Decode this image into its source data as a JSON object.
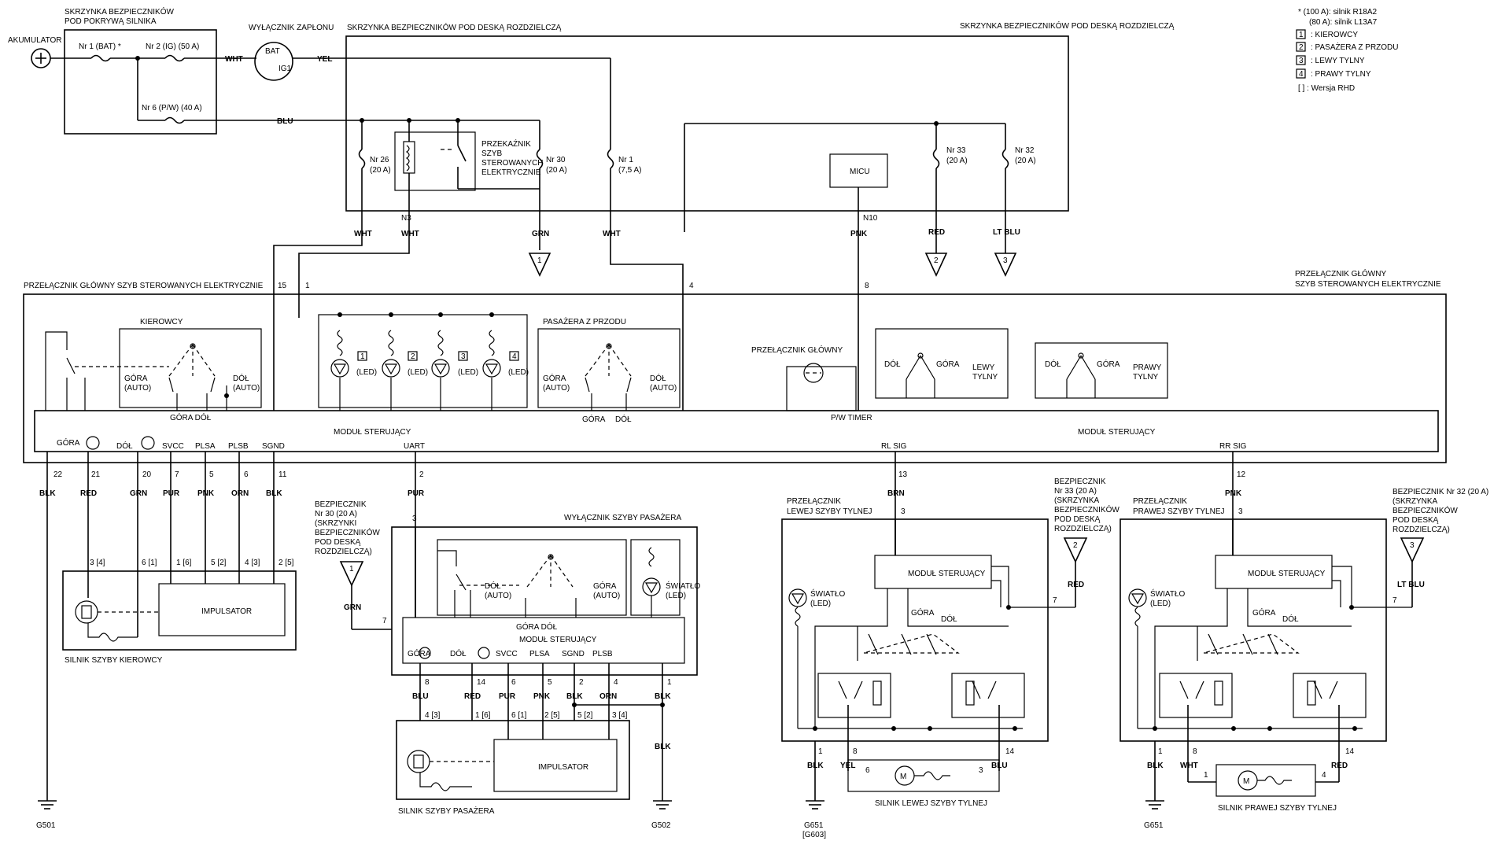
{
  "legend": {
    "note1": "*   (100 A): silnik R18A2",
    "note2": "(80 A): silnik L13A7",
    "items": [
      {
        "num": "1",
        "label": ": KIEROWCY"
      },
      {
        "num": "2",
        "label": ": PASAŻERA Z PRZODU"
      },
      {
        "num": "3",
        "label": ": LEWY TYLNY"
      },
      {
        "num": "4",
        "label": ": PRAWY TYLNY"
      }
    ],
    "rhd": "[ ] : Wersja RHD"
  },
  "top": {
    "battery": "AKUMULATOR",
    "hood_fusebox_1": "SKRZYNKA BEZPIECZNIKÓW",
    "hood_fusebox_2": "POD POKRYWĄ SILNIKA",
    "fuse_nr1": "Nr 1 (BAT) *",
    "fuse_nr2": "Nr 2 (IG) (50 A)",
    "fuse_nr6": "Nr 6 (P/W) (40 A)",
    "ignition_title": "WYŁĄCZNIK ZAPŁONU",
    "ign_bat": "BAT",
    "ign_ig1": "IG1",
    "dash_fusebox_left": "SKRZYNKA BEZPIECZNIKÓW POD DESKĄ ROZDZIELCZĄ",
    "dash_fusebox_right": "SKRZYNKA BEZPIECZNIKÓW POD DESKĄ ROZDZIELCZĄ",
    "relay_1": "PRZEKAŹNIK",
    "relay_2": "SZYB",
    "relay_3": "STEROWANYCH",
    "relay_4": "ELEKTRYCZNIE",
    "fuse_nr26": "Nr 26",
    "fuse_nr26a": "(20 A)",
    "fuse_nr30": "Nr 30",
    "fuse_nr30a": "(20 A)",
    "fuse_nr1b": "Nr 1",
    "fuse_nr1ba": "(7,5 A)",
    "micu": "MICU",
    "fuse_nr33": "Nr 33",
    "fuse_nr33a": "(20 A)",
    "fuse_nr32": "Nr 32",
    "fuse_nr32a": "(20 A)",
    "n3": "N3",
    "n10": "N10"
  },
  "wires": {
    "wht": "WHT",
    "yel": "YEL",
    "blu": "BLU",
    "grn": "GRN",
    "pnk": "PNK",
    "red": "RED",
    "ltblu": "LT BLU",
    "blk": "BLK",
    "pur": "PUR",
    "orn": "ORN",
    "brn": "BRN"
  },
  "main_switch": {
    "title": "PRZEŁĄCZNIK GŁÓWNY SZYB STEROWANYCH ELEKTRYCZNIE",
    "title_r1": "PRZEŁĄCZNIK GŁÓWNY",
    "title_r2": "SZYB STEROWANYCH ELEKTRYCZNIE",
    "pin15": "15",
    "pin1": "1",
    "pin4": "4",
    "pin8": "8",
    "kierowcy": "KIEROWCY",
    "pasazera": "PASAŻERA Z PRZODU",
    "gora_auto": "GÓRA",
    "auto": "(AUTO)",
    "dol_auto": "DÓŁ",
    "led": "(LED)",
    "led_nums": [
      "1",
      "2",
      "3",
      "4"
    ],
    "main_sw": "PRZEŁĄCZNIK GŁÓWNY",
    "dol": "DÓŁ",
    "gora": "GÓRA",
    "lewy_tylny_1": "LEWY",
    "lewy_tylny_2": "TYLNY",
    "prawy_tylny_1": "PRAWY",
    "prawy_tylny_2": "TYLNY",
    "gora_dol": "GÓRA DÓŁ",
    "modul": "MODUŁ STERUJĄCY",
    "pw_timer": "P/W TIMER",
    "gora_label": "GÓRA",
    "dol_label": "DÓŁ",
    "svcc": "SVCC",
    "plsa": "PLSA",
    "plsb": "PLSB",
    "sgnd": "SGND",
    "uart": "UART",
    "rlsig": "RL SIG",
    "rrsig": "RR SIG",
    "pins": [
      "22",
      "21",
      "20",
      "7",
      "5",
      "6",
      "11",
      "2",
      "13",
      "12"
    ]
  },
  "driver_motor": {
    "title": "SILNIK SZYBY KIEROWCY",
    "impulsator": "IMPULSATOR",
    "p1": "3 [4]",
    "p2": "6 [1]",
    "p3": "1 [6]",
    "p4": "5 [2]",
    "p5": "4 [3]",
    "p6": "2 [5]"
  },
  "passenger_switch": {
    "fuse_1": "BEZPIECZNIK",
    "fuse_2": "Nr 30 (20 A)",
    "fuse_3": "(SKRZYNKI",
    "fuse_4": "BEZPIECZNIKÓW",
    "fuse_5": "POD DESKĄ",
    "fuse_6": "ROZDZIELCZĄ)",
    "title": "WYŁĄCZNIK SZYBY PASAŻERA",
    "swiatlo": "ŚWIATŁO",
    "led": "(LED)",
    "pin3": "3",
    "pin7": "7",
    "pins": [
      "8",
      "14",
      "6",
      "5",
      "2",
      "4",
      "1"
    ],
    "svcc": "SVCC",
    "plsa": "PLSA",
    "sgnd": "SGND",
    "plsb": "PLSB",
    "gora": "GÓRA",
    "dol": "DÓŁ"
  },
  "passenger_motor": {
    "title": "SILNIK SZYBY PASAŻERA",
    "impulsator": "IMPULSATOR",
    "p1": "4 [3]",
    "p2": "1 [6]",
    "p3": "6 [1]",
    "p4": "2 [5]",
    "p5": "5 [2]",
    "p6": "3 [4]"
  },
  "grounds": {
    "g501": "G501",
    "g502": "G502",
    "g651a": "G651",
    "g603": "[G603]",
    "g651b": "G651"
  },
  "rear_left": {
    "switch_1": "PRZEŁĄCZNIK",
    "switch_2": "LEWEJ SZYBY TYLNEJ",
    "fuse_1": "BEZPIECZNIK",
    "fuse_2": "Nr 33 (20 A)",
    "fuse_3": "(SKRZYNKA",
    "fuse_4": "BEZPIECZNIKÓW",
    "fuse_5": "POD DESKĄ",
    "fuse_6": "ROZDZIELCZĄ)",
    "modul": "MODUŁ STERUJĄCY",
    "swiatlo": "ŚWIATŁO",
    "motor": "SILNIK LEWEJ SZYBY TYLNEJ",
    "pins": [
      "3",
      "7",
      "1",
      "8",
      "14",
      "6",
      "3"
    ]
  },
  "rear_right": {
    "switch_1": "PRZEŁĄCZNIK",
    "switch_2": "PRAWEJ SZYBY TYLNEJ",
    "fuse_1": "BEZPIECZNIK Nr 32 (20 A)",
    "fuse_2": "(SKRZYNKA",
    "fuse_3": "BEZPIECZNIKÓW",
    "fuse_4": "POD DESKĄ",
    "fuse_5": "ROZDZIELCZĄ)",
    "modul": "MODUŁ STERUJĄCY",
    "swiatlo": "ŚWIATŁO",
    "motor": "SILNIK PRAWEJ SZYBY TYLNEJ",
    "pins": [
      "3",
      "7",
      "1",
      "8",
      "14",
      "1",
      "4"
    ]
  }
}
